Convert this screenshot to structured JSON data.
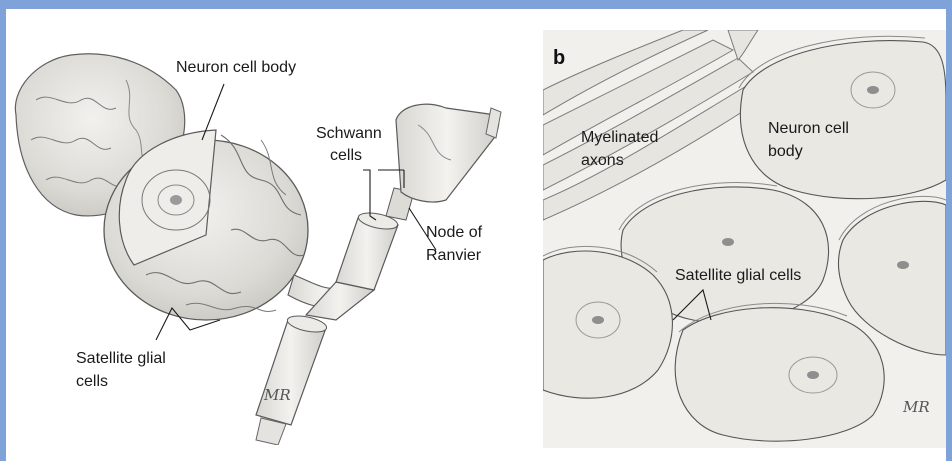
{
  "colors": {
    "frame_border": "#7fa3d9",
    "sketch_stroke": "#6d6d6d",
    "sketch_fill": "#e7e6e2",
    "panel_b_background": "#f1f0ec"
  },
  "panel_a": {
    "labels": {
      "neuron_cell_body": "Neuron cell body",
      "schwann_line1": "Schwann",
      "schwann_line2": "cells",
      "node_line1": "Node of",
      "node_line2": "Ranvier",
      "satellite_line1": "Satellite glial",
      "satellite_line2": "cells"
    },
    "signature": "MR"
  },
  "panel_b": {
    "letter": "b",
    "labels": {
      "myelinated_line1": "Myelinated",
      "myelinated_line2": "axons",
      "neuron_line1": "Neuron cell",
      "neuron_line2": "body",
      "satellite": "Satellite glial cells"
    },
    "signature": "MR"
  }
}
